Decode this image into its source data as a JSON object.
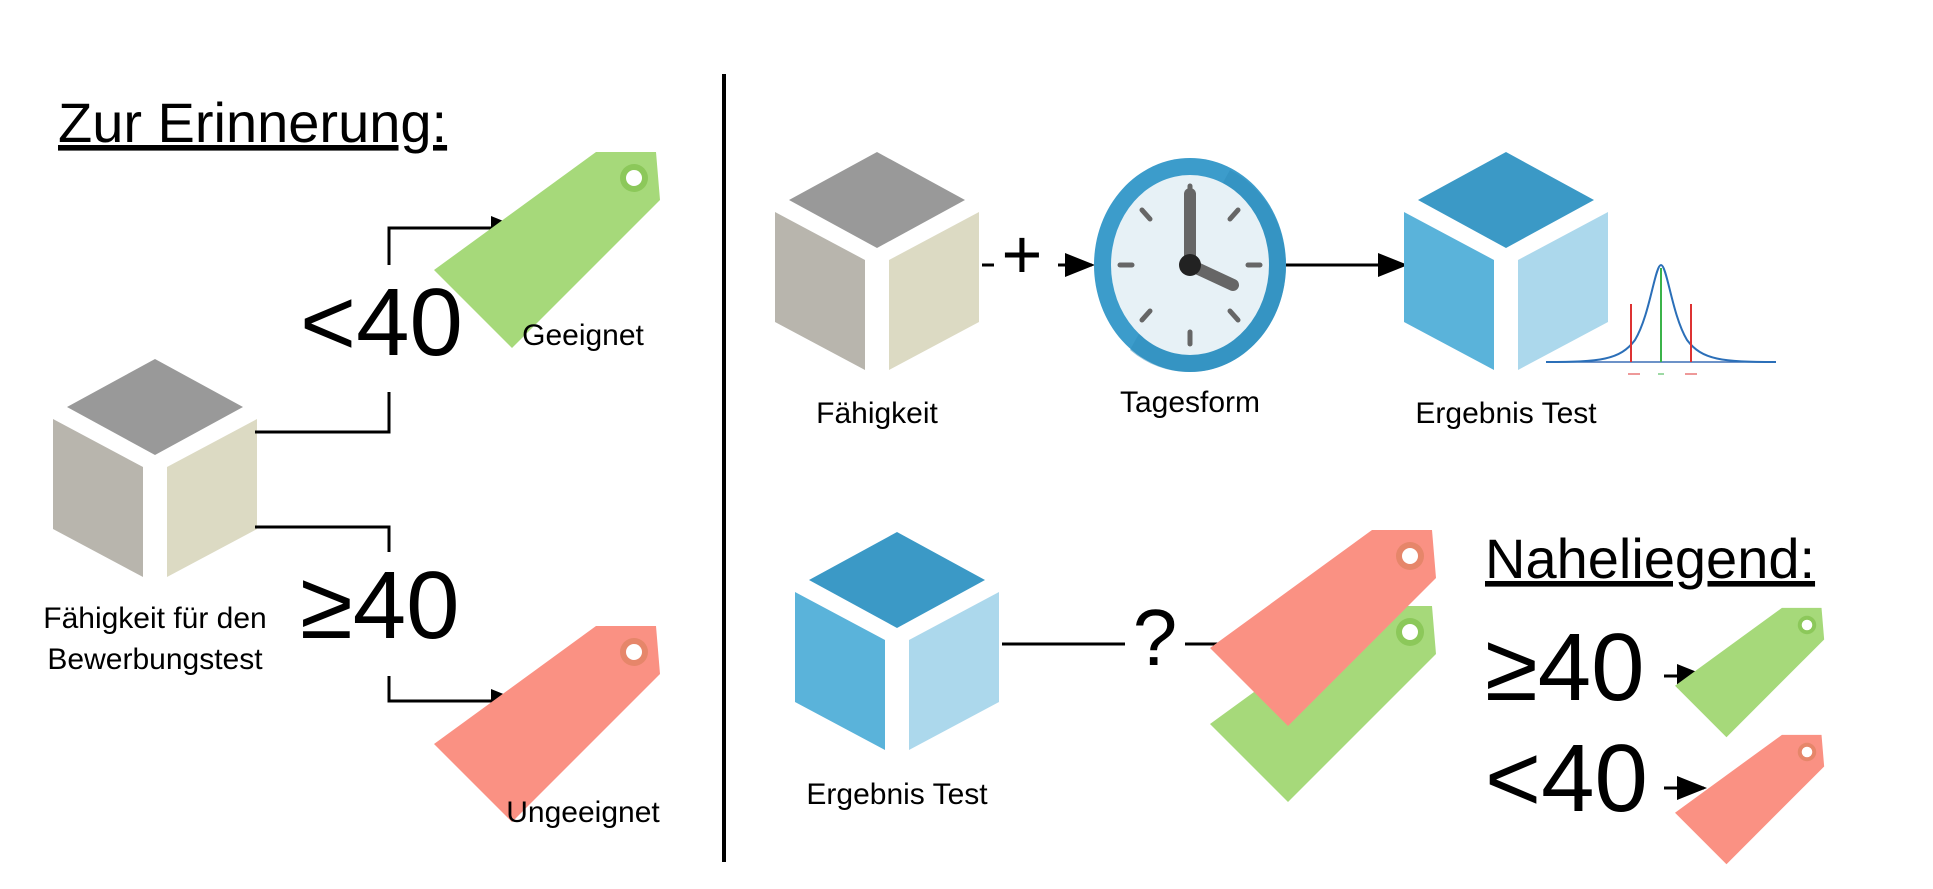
{
  "left": {
    "heading": "Zur Erinnerung:",
    "lt_threshold": "<40",
    "ge_threshold": "≥40",
    "suitable_label": "Geeignet",
    "unsuitable_label": "Ungeeignet",
    "ability_label_line1": "Fähigkeit für den",
    "ability_label_line2": "Bewerbungstest"
  },
  "right": {
    "plus": "+",
    "ability_label": "Fähigkeit",
    "daily_form_label": "Tagesform",
    "result_label_top": "Ergebnis Test",
    "result_label_bottom": "Ergebnis Test",
    "question": "?",
    "obvious_heading": "Naheliegend:",
    "obvious_ge": "≥40",
    "obvious_lt": "<40"
  },
  "colors": {
    "gray_top": "#999999",
    "gray_left": "#b8b5ad",
    "gray_right": "#dcdac3",
    "blue_top": "#3b99c6",
    "blue_left": "#5ab3da",
    "blue_right": "#acd8ec",
    "tag_green": "#a6d97a",
    "tag_red": "#fa9183",
    "clock_ring": "#3c9ccb"
  },
  "icons": [
    "cube-icon",
    "tag-icon",
    "clock-icon",
    "normal-distribution-icon"
  ]
}
